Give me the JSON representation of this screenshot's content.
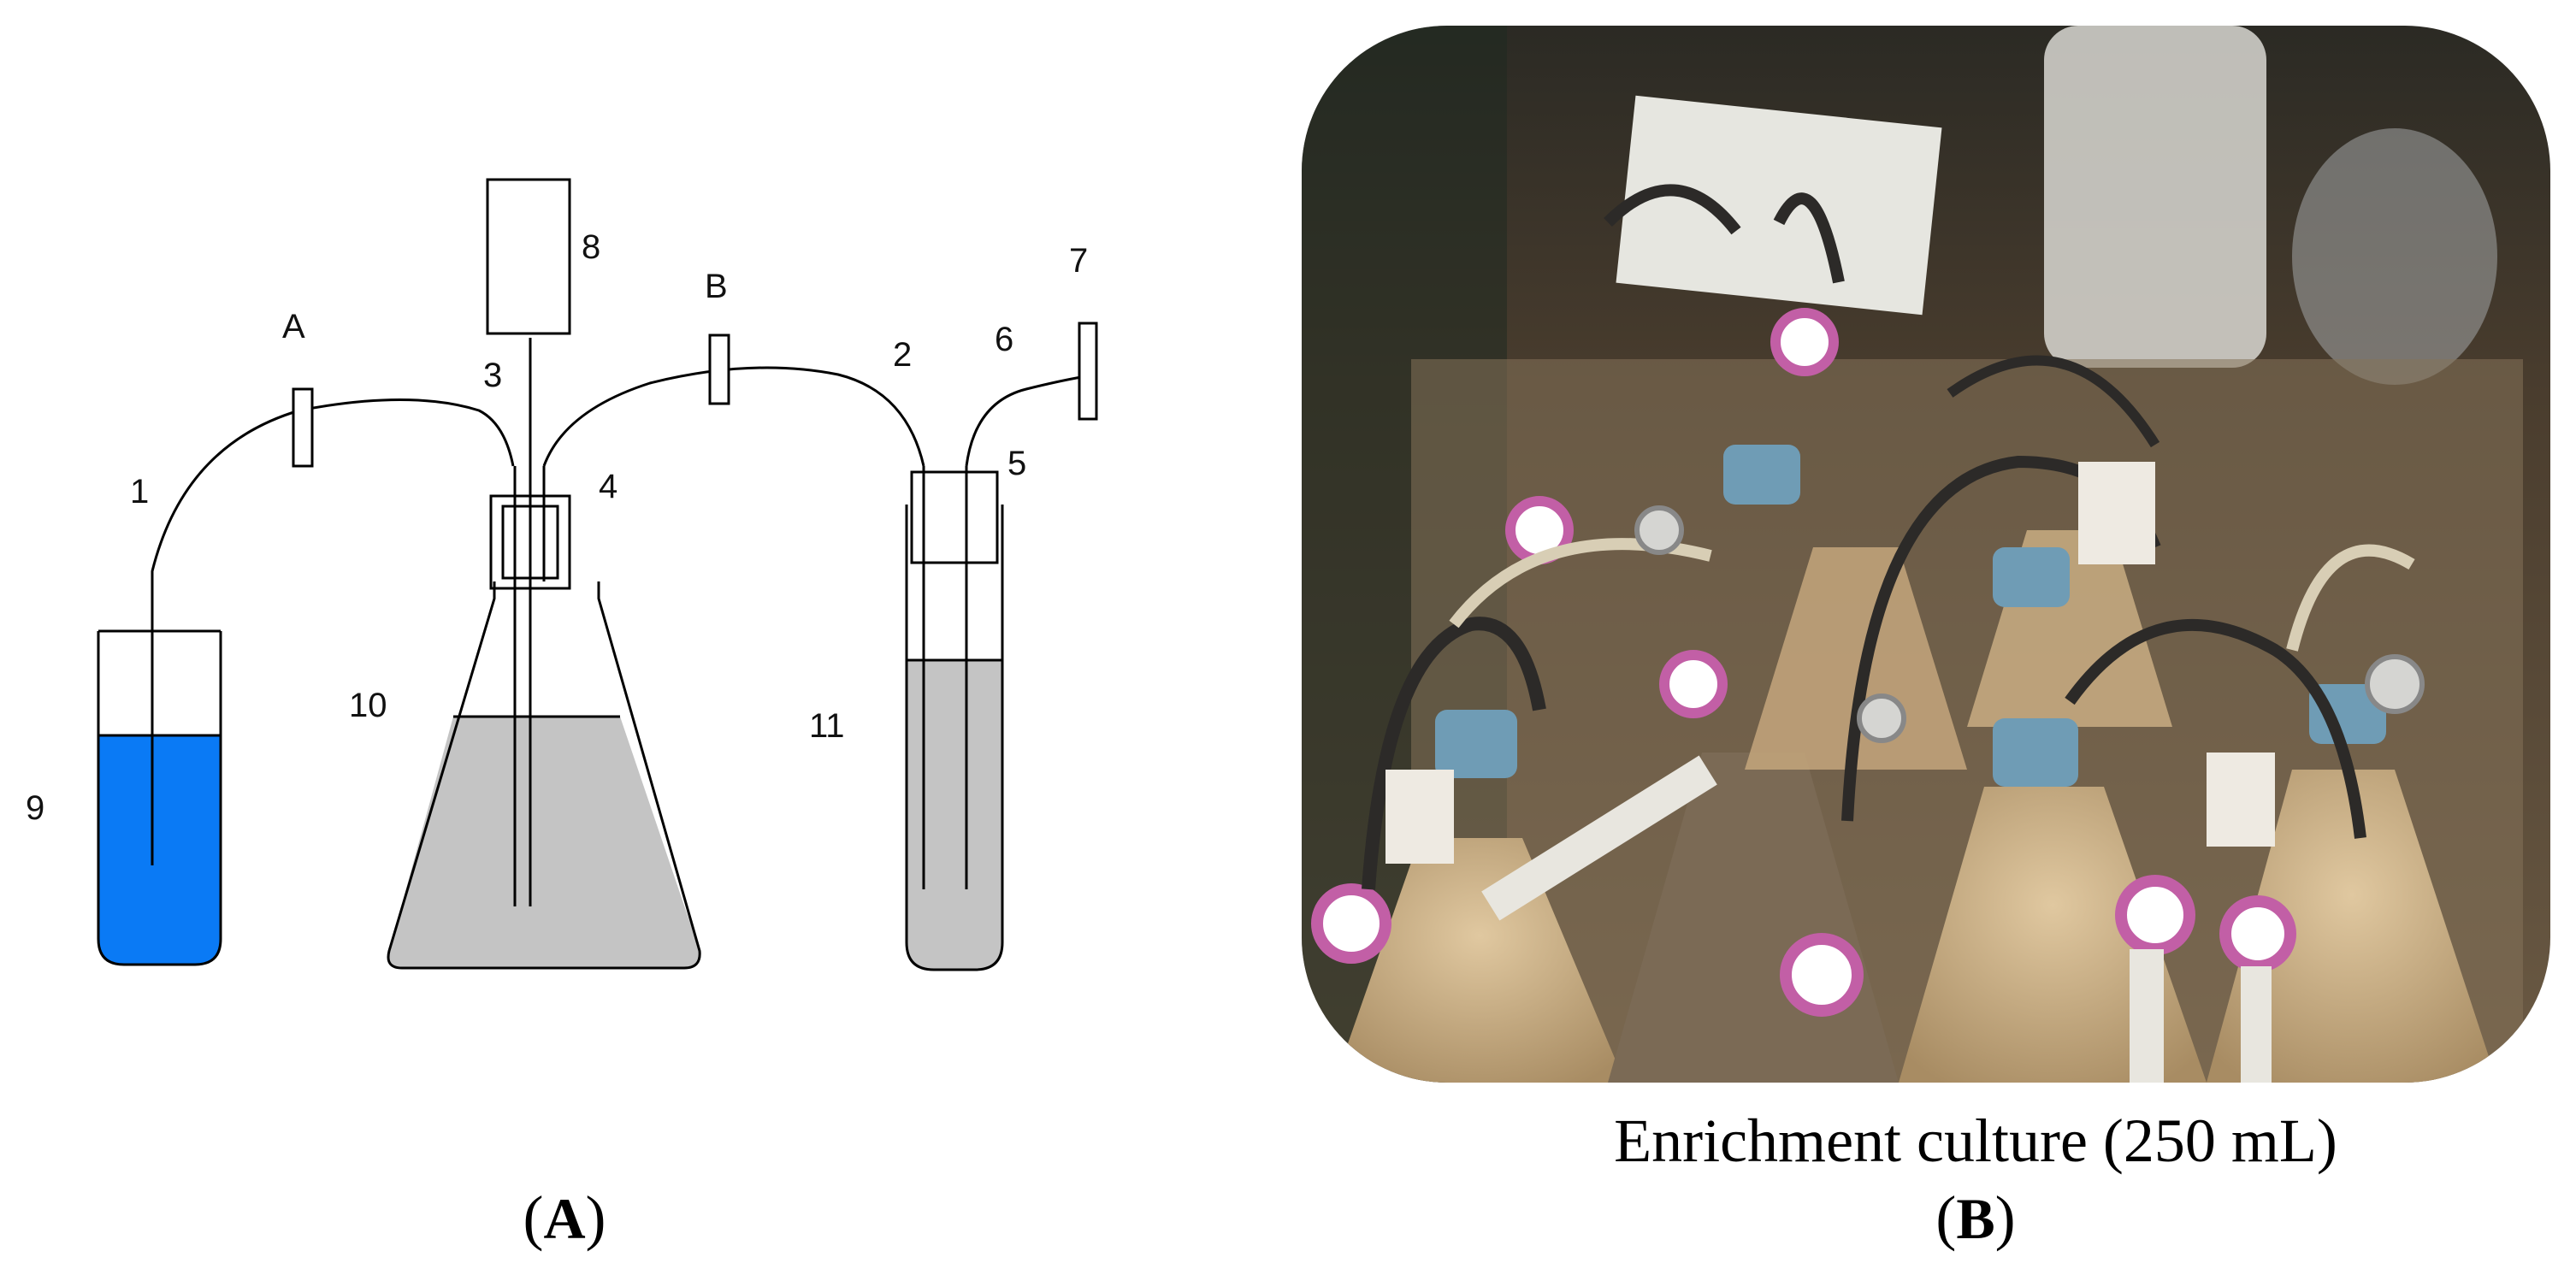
{
  "panel_a": {
    "labels": {
      "n1": "1",
      "n2": "2",
      "n3": "3",
      "n4": "4",
      "n5": "5",
      "n6": "6",
      "n7": "7",
      "n8": "8",
      "n9": "9",
      "n10": "10",
      "n11": "11",
      "clampA": "A",
      "clampB": "B"
    },
    "caption_open": "(",
    "caption_letter": "A",
    "caption_close": ")"
  },
  "panel_b": {
    "subtitle": "Enrichment culture (250 mL)",
    "caption_open": "(",
    "caption_letter": "B",
    "caption_close": ")"
  },
  "colors": {
    "blue_liquid": "#0a7af5",
    "gray_liquid": "#c4c4c4",
    "photo_bg": "#3a3028",
    "broth": "#c9ad82"
  }
}
